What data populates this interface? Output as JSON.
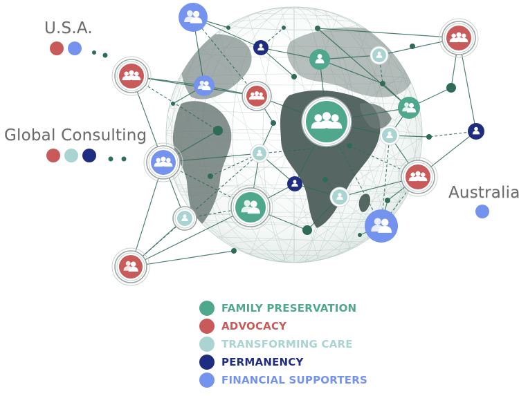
{
  "colors": {
    "family_preservation": "#4fa88c",
    "advocacy": "#c95a5a",
    "transforming_care": "#a9d4d2",
    "permanency": "#1f2d80",
    "financial_supporters": "#7393ee",
    "globe_line": "#2f6b55",
    "land": "#5d6e6a"
  },
  "regions": {
    "usa": {
      "label": "U.S.A.",
      "dots": [
        "advocacy",
        "financial_supporters"
      ]
    },
    "global": {
      "label": "Global Consulting",
      "dots": [
        "advocacy",
        "transforming_care",
        "permanency"
      ]
    },
    "australia": {
      "label": "Australia",
      "dots": [
        "financial_supporters"
      ]
    }
  },
  "legend": [
    {
      "key": "family_preservation",
      "label": "FAMILY PRESERVATION"
    },
    {
      "key": "advocacy",
      "label": "ADVOCACY"
    },
    {
      "key": "transforming_care",
      "label": "TRANSFORMING CARE"
    },
    {
      "key": "permanency",
      "label": "PERMANENCY"
    },
    {
      "key": "financial_supporters",
      "label": "FINANCIAL SUPPORTERS"
    }
  ],
  "icons": {
    "group": "group-icon",
    "pair": "user-pair-icon",
    "single": "user-icon"
  }
}
